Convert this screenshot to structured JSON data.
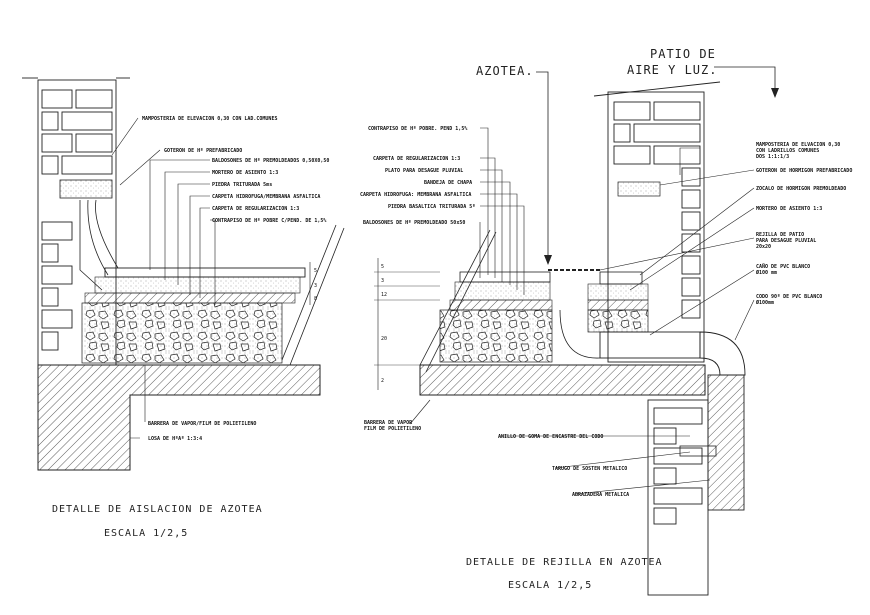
{
  "left": {
    "labels": [
      "MAMPOSTERIA DE ELEVACION 0,30 CON LAD.COMUNES",
      "GOTERON DE Hº PREFABRICADO",
      "BALDOSONES DE Hº PREMOLDEADOS 0,50X0,50",
      "MORTERO DE ASIENTO 1:3",
      "PIEDRA TRITURADA 5ms",
      "CARPETA HIDROFUGA/MEMBRANA ASFALTICA",
      "CARPETA DE REGULARIZACION 1:3",
      "CONTRAPISO DE Hº POBRE C/PEND. DE 1,5%",
      "BARRERA DE VAPOR/FILM DE POLIETILENO",
      "LOSA DE HºAº 1:3:4"
    ],
    "title": "DETALLE DE AISLACION DE AZOTEA",
    "scale": "ESCALA    1/2,5"
  },
  "right": {
    "azotea": "AZOTEA.",
    "patio_line1": "PATIO DE",
    "patio_line2": "AIRE Y LUZ.",
    "labels_left": [
      "CONTRAPISO DE Hº POBRE. PEND 1,5%",
      "CARPETA DE REGULARIZACION 1:3",
      "PLATO PARA DESAGUE PLUVIAL",
      "BANDEJA DE CHAPA",
      "CARPETA HIDROFUGA: MEMBRANA ASFALTICA",
      "PIEDRA BASALTICA TRITURADA 5º",
      "BALDOSONES DE Hº PREMOLDEADO 50x50"
    ],
    "labels_right": [
      "MAMPOSTERIA DE ELVACION 0,30",
      "CON LADRILLOS COMUNES",
      "DOS 1:1:1/3",
      "GOTERON DE HORMIGON PREFABRICADO",
      "ZOCALO DE HORMIGON PREMOLDEADO",
      "MORTERO DE ASIENTO 1:3",
      "REJILLA DE PATIO",
      "PARA DESAGUE PLUVIAL",
      "20x20",
      "CAÑO DE PVC BLANCO",
      "Ø100 mm",
      "CODO 90º DE PVC BLANCO",
      "Ø100mm"
    ],
    "labels_bottom": [
      "BARRERA DE VAPOR",
      "FILM DE POLIETILENO",
      "ANILLO DE GOMA DE ENCASTRE DEL CODO",
      "TARUGO DE SOSTEN METALICO",
      "ABRAZADERA METALICA"
    ],
    "title": "DETALLE DE REJILLA EN AZOTEA",
    "scale": "ESCALA    1/2,5"
  },
  "dims": [
    "5",
    "3",
    "8",
    "12",
    "2",
    "20"
  ]
}
